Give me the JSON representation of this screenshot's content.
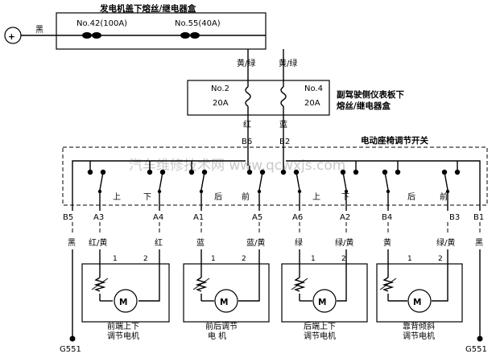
{
  "fuse_box_top": {
    "title": "发电机盖下熔丝/继电器盒",
    "fuse_a": "No.42(100A)",
    "fuse_b": "No.55(40A)"
  },
  "battery": {
    "symbol": "+",
    "wire_color": "黑"
  },
  "feed_wires": {
    "left": "黄/绿",
    "right": "黄/绿"
  },
  "fuse_box_dash": {
    "title_line1": "副驾驶侧仪表板下",
    "title_line2": "熔丝/继电器盒",
    "fuse_a_no": "No.2",
    "fuse_a_amp": "20A",
    "fuse_b_no": "No.4",
    "fuse_b_amp": "20A"
  },
  "switch_feed": {
    "left_color": "红",
    "right_color": "蓝",
    "left_pin": "B6",
    "right_pin": "B2"
  },
  "switch": {
    "title": "电动座椅调节开关",
    "dir_up_1": "上",
    "dir_down_1": "下",
    "dir_back_1": "后",
    "dir_front_1": "前",
    "dir_up_2": "上",
    "dir_down_2": "下",
    "dir_back_2": "后",
    "dir_front_2": "前"
  },
  "watermark": "汽车维修技术网 www.qcwxjs.com",
  "pins": [
    "B5",
    "A3",
    "A4",
    "A1",
    "A5",
    "A6",
    "A2",
    "B4",
    "B3",
    "B1"
  ],
  "pin_wires": [
    "黑",
    "红/黄",
    "红",
    "蓝",
    "蓝/黄",
    "绿",
    "绿/黄",
    "黄",
    "绿/黄",
    "黑"
  ],
  "motor_symbol": "M",
  "terminal_1": "1",
  "terminal_2": "2",
  "motors": [
    {
      "line1": "前端上下",
      "line2": "调节电机"
    },
    {
      "line1": "前后调节",
      "line2": "电 机"
    },
    {
      "line1": "后端上下",
      "line2": "调节电机"
    },
    {
      "line1": "靠背倾斜",
      "line2": "调节电机"
    }
  ],
  "grounds": {
    "left": "G551",
    "right": "G551"
  }
}
